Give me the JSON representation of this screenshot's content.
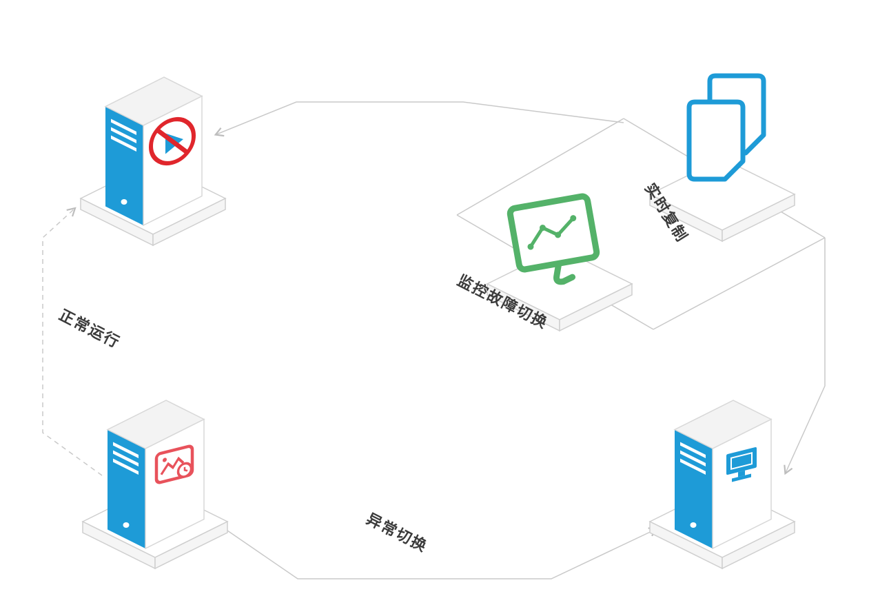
{
  "diagram": {
    "labels": {
      "realtime_replication": "实时复制",
      "monitoring_failover": "监控故障切换",
      "normal_operation": "正常运行",
      "abnormal_switch": "异常切换"
    },
    "colors": {
      "blue": "#1E9BD7",
      "green": "#54B269",
      "red": "#E0262C",
      "line_gray": "#C9C9C9"
    },
    "nodes": [
      {
        "id": "standby-server",
        "icon": "server-with-prohibited-badge"
      },
      {
        "id": "replicated-files",
        "icon": "documents-icon"
      },
      {
        "id": "monitoring-console",
        "icon": "chart-monitor-icon"
      },
      {
        "id": "primary-server",
        "icon": "server-with-image-alert-badge"
      },
      {
        "id": "failover-server",
        "icon": "server-with-display-badge"
      }
    ],
    "edges": [
      {
        "from": "replicated-files",
        "to": "standby-server",
        "style": "solid-arrow"
      },
      {
        "from": "replicated-files",
        "to": "failover-server",
        "style": "solid-arrow"
      },
      {
        "from": "primary-server",
        "to": "standby-server",
        "label": "正常运行",
        "style": "dashed-arrow"
      },
      {
        "from": "primary-server",
        "to": "failover-server",
        "label": "异常切换",
        "style": "solid-arrow"
      },
      {
        "from": "monitoring-console",
        "to": "all",
        "label": "监控故障切换",
        "style": "plane"
      }
    ]
  }
}
